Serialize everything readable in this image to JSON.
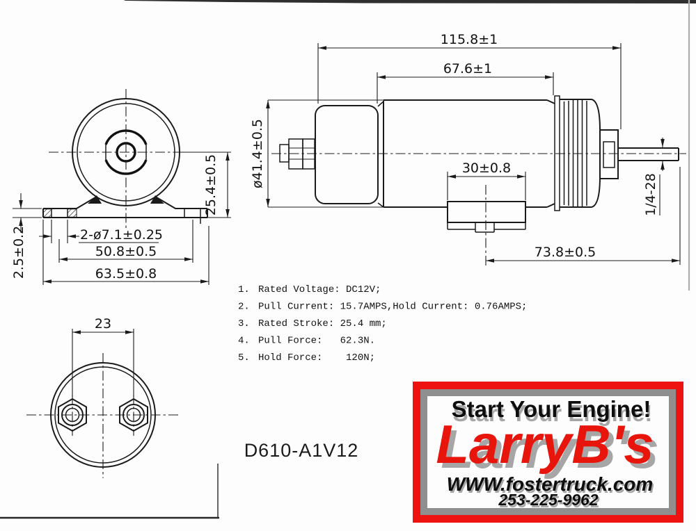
{
  "part_number": "D610-A1V12",
  "views": {
    "front": {
      "height_center_to_base": "25.4±0.5",
      "mounting_holes": "2-ø7.1±0.25",
      "hole_spacing": "50.8±0.5",
      "bracket_width": "63.5±0.8",
      "bracket_thickness": "2.5±0.2"
    },
    "side": {
      "overall_length": "115.8±1",
      "body_length": "67.6±1",
      "body_diameter": "ø41.4±0.5",
      "connector_width": "30±0.8",
      "shaft_thread": "1/4-28",
      "shaft_to_connector_center": "73.8±0.5"
    },
    "bottom": {
      "terminal_spacing": "23"
    }
  },
  "specs": {
    "items": [
      {
        "num": "1.",
        "text": "Rated Voltage: DC12V;"
      },
      {
        "num": "2.",
        "text": "Pull Current: 15.7AMPS,Hold Current: 0.76AMPS;"
      },
      {
        "num": "3.",
        "text": "Rated Stroke: 25.4 mm;"
      },
      {
        "num": "4.",
        "text": "Pull Force:   62.3N."
      },
      {
        "num": "5.",
        "text": "Hold Force:    120N;"
      }
    ]
  },
  "logo": {
    "tagline": "Start Your Engine!",
    "brand": "LarryB's",
    "website": "WWW.fostertruck.com",
    "phone": "253-225-9962",
    "colors": {
      "red": "#e8150d",
      "frame_red": "#ee1310",
      "frame_gray": "#8f8f8f",
      "shadow_gray": "#a6a6a6"
    }
  }
}
